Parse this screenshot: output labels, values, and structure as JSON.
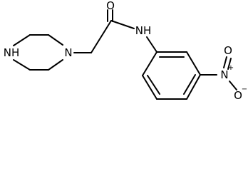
{
  "molecule": {
    "atoms": {
      "nh_ring": "NH",
      "n_ring": "N",
      "carbonyl_o": "O",
      "amide_nh": "NH",
      "nitro_n": "N",
      "nitro_o_top": "O",
      "nitro_o_bottom": "O"
    },
    "charges": {
      "nitro_n": "+",
      "nitro_o_bottom": "−"
    }
  }
}
